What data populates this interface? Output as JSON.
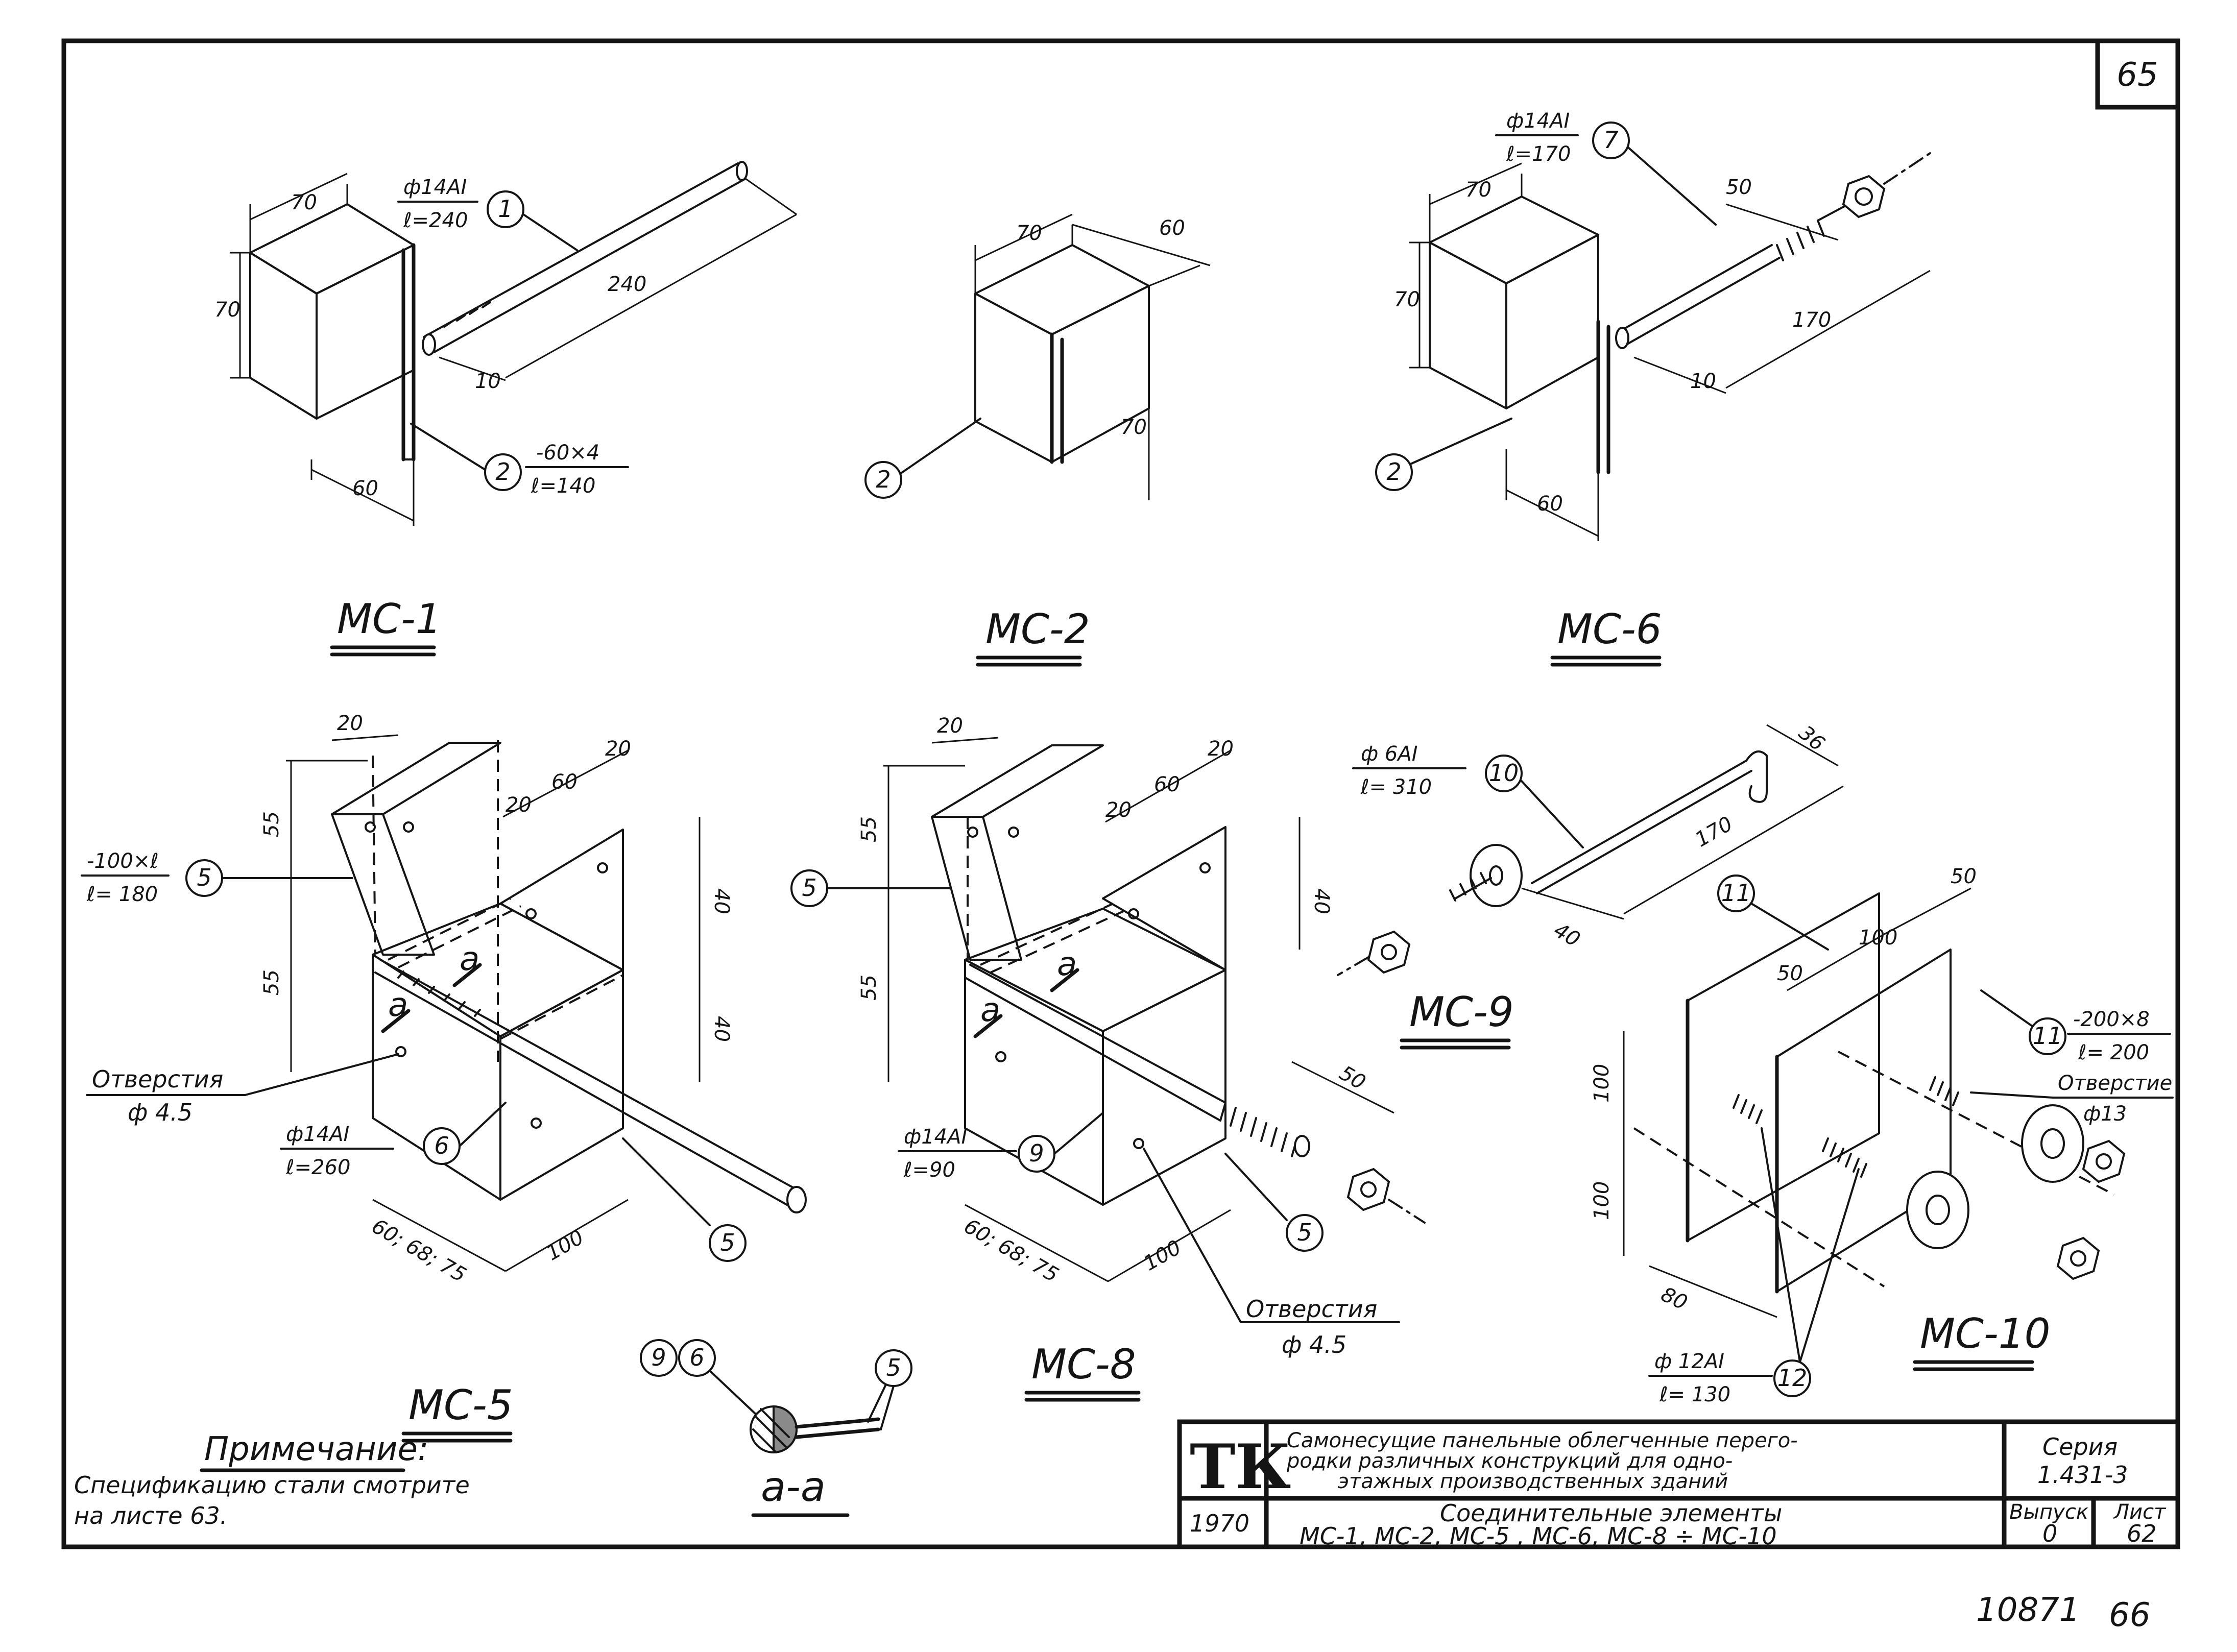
{
  "sheet": {
    "page_number": "65",
    "stamp_bottom": "10871",
    "stamp_bottom_2": "66"
  },
  "items": {
    "mc1": {
      "title": "МС-1",
      "bar_spec": "ф14АI",
      "bar_len": "ℓ=240",
      "bar_pos": "1",
      "plate_spec": "-60×4",
      "plate_len": "ℓ=140",
      "plate_pos": "2",
      "dims": [
        "70",
        "70",
        "240",
        "10",
        "60"
      ]
    },
    "mc2": {
      "title": "МС-2",
      "plate_pos": "2",
      "dims": [
        "70",
        "60",
        "70"
      ]
    },
    "mc6": {
      "title": "МС-6",
      "bar_spec": "ф14АI",
      "bar_len": "ℓ=170",
      "bar_pos": "7",
      "plate_pos": "2",
      "dims": [
        "70",
        "70",
        "50",
        "170",
        "10",
        "60"
      ]
    },
    "mc5": {
      "title": "МС-5",
      "plate_spec": "-100×ℓ",
      "plate_len": "ℓ= 180",
      "plate_pos": "5",
      "hole_label": "Отверстия",
      "hole_dia": "ф 4.5",
      "bar_spec": "ф14АI",
      "bar_len": "ℓ=260",
      "bar_pos": "6",
      "pos_5b": "5",
      "dims": [
        "20",
        "55",
        "55",
        "20",
        "60",
        "20",
        "40",
        "40",
        "60; 68; 75",
        "100"
      ],
      "weld": "а"
    },
    "mc8": {
      "title": "МС-8",
      "plate_pos": "5",
      "bar_spec": "ф14АI",
      "bar_len": "ℓ=90",
      "bar_pos": "9",
      "pos_5b": "5",
      "hole_label": "Отверстия",
      "hole_dia": "ф 4.5",
      "dims": [
        "20",
        "55",
        "55",
        "20",
        "60",
        "20",
        "40",
        "50",
        "60; 68; 75",
        "100"
      ],
      "weld": "а"
    },
    "mc9": {
      "title": "МС-9",
      "bar_spec": "ф 6АI",
      "bar_len": "ℓ= 310",
      "bar_pos": "10",
      "dims": [
        "36",
        "170",
        "40"
      ]
    },
    "mc10": {
      "title": "МС-10",
      "plate_pos": "11",
      "plate_pos_b": "11",
      "plate_spec": "-200×8",
      "plate_len": "ℓ= 200",
      "hole_label": "Отверстие",
      "hole_dia": "ф13",
      "bolt_spec": "ф 12АI",
      "bolt_len": "ℓ= 130",
      "bolt_pos": "12",
      "dims": [
        "50",
        "100",
        "50",
        "100",
        "100",
        "80"
      ]
    },
    "section": {
      "title": "а-а",
      "pos_a": "9",
      "pos_b": "6",
      "pos_c": "5"
    }
  },
  "note": {
    "heading": "Примечание:",
    "line1": "Спецификацию стали смотрите",
    "line2": "на листе 63."
  },
  "title_block": {
    "logo": "ТК",
    "year": "1970",
    "desc_line1": "Самонесущие панельные облегченные перего-",
    "desc_line2": "родки различных конструкций для одно-",
    "desc_line3": "этажных производственных зданий",
    "subtitle_line1": "Соединительные элементы",
    "subtitle_line2": "МС-1, МС-2, МС-5 , МС-6, МС-8 ÷ МС-10",
    "series_label": "Серия",
    "series_value": "1.431-3",
    "issue_label": "Выпуск",
    "issue_value": "0",
    "sheet_label": "Лист",
    "sheet_value": "62"
  }
}
